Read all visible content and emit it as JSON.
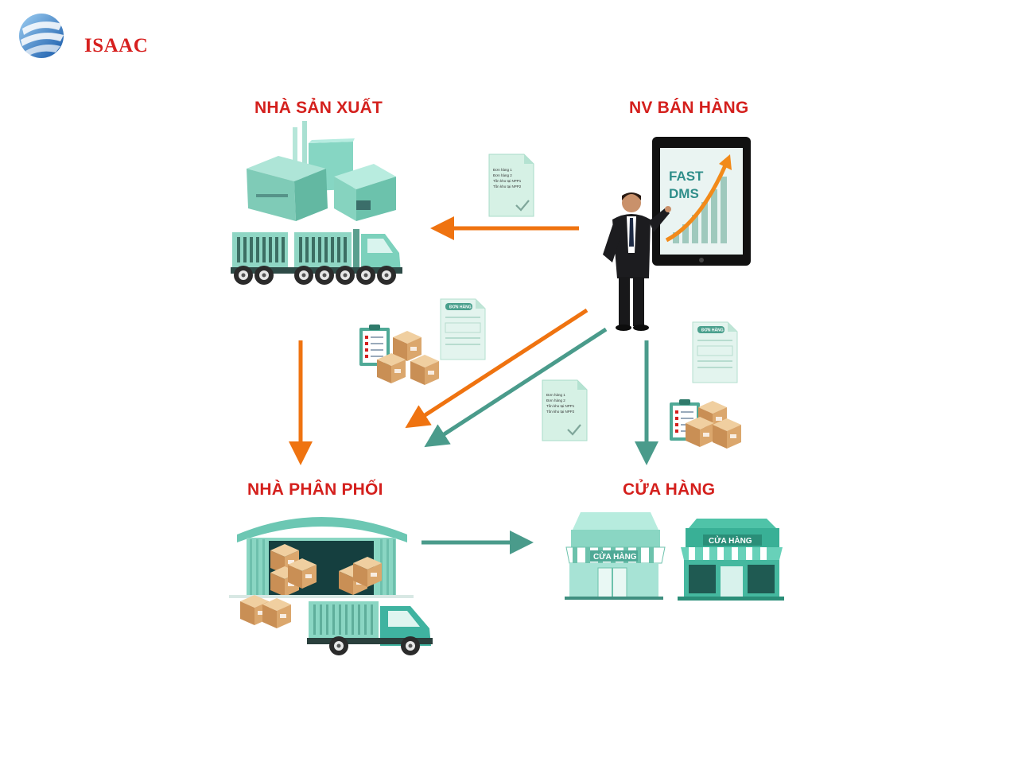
{
  "logo": {
    "brand": "ISAAC"
  },
  "nodes": {
    "manufacturer": "NHÀ SẢN XUẤT",
    "sales_rep": "NV BÁN HÀNG",
    "distributor": "NHÀ PHÂN PHỐI",
    "store": "CỬA HÀNG"
  },
  "tablet": {
    "line1": "FAST",
    "line2": "DMS"
  },
  "order_doc": {
    "badge": "ĐƠN HÀNG"
  },
  "report_doc": {
    "lines": [
      "Đơn hàng 1",
      "Đơn hàng 2",
      "Tồn kho tại NPP1",
      "Tồn kho tại NPP2"
    ]
  },
  "store_signs": {
    "sign": "CỬA HÀNG"
  },
  "colors": {
    "title_red": "#d4201d",
    "arrow_orange": "#ef7310",
    "arrow_teal": "#4a9b8b",
    "building_teal": "#7fd3bf"
  }
}
